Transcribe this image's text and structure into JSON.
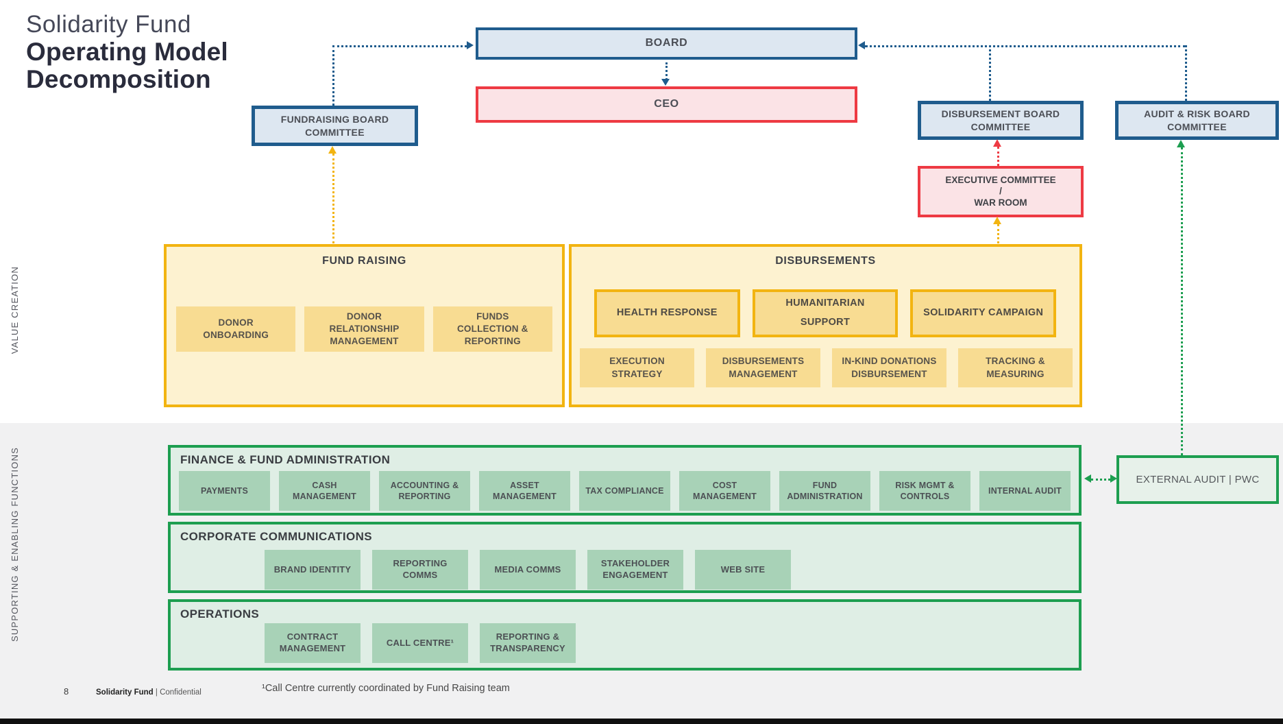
{
  "title": {
    "line1": "Solidarity Fund",
    "line2": "Operating Model",
    "line3": "Decomposition"
  },
  "side_labels": {
    "value_creation": "VALUE CREATION",
    "supporting": "SUPPORTING & ENABLING FUNCTIONS"
  },
  "governance": {
    "board": "BOARD",
    "ceo": "CEO",
    "fundraising_committee": "FUNDRAISING BOARD COMMITTEE",
    "disbursement_committee": "DISBURSEMENT BOARD COMMITTEE",
    "audit_risk_committee": "AUDIT & RISK BOARD COMMITTEE",
    "executive_committee": {
      "line1": "EXECUTIVE COMMITTEE",
      "line2": "/",
      "line3": "WAR ROOM"
    }
  },
  "value_creation": {
    "fund_raising": {
      "title": "FUND RAISING",
      "items": [
        "DONOR ONBOARDING",
        "DONOR RELATIONSHIP MANAGEMENT",
        "FUNDS COLLECTION & REPORTING"
      ]
    },
    "disbursements": {
      "title": "DISBURSEMENTS",
      "programs": [
        "HEALTH RESPONSE",
        "HUMANITARIAN SUPPORT",
        "SOLIDARITY CAMPAIGN"
      ],
      "items": [
        "EXECUTION STRATEGY",
        "DISBURSEMENTS MANAGEMENT",
        "IN-KIND DONATIONS DISBURSEMENT",
        "TRACKING & MEASURING"
      ]
    }
  },
  "supporting": {
    "finance": {
      "title": "FINANCE & FUND ADMINISTRATION",
      "items": [
        "PAYMENTS",
        "CASH MANAGEMENT",
        "ACCOUNTING & REPORTING",
        "ASSET MANAGEMENT",
        "TAX COMPLIANCE",
        "COST MANAGEMENT",
        "FUND ADMINISTRATION",
        "RISK MGMT & CONTROLS",
        "INTERNAL AUDIT"
      ]
    },
    "corporate_communications": {
      "title": "CORPORATE COMMUNICATIONS",
      "items": [
        "BRAND IDENTITY",
        "REPORTING COMMS",
        "MEDIA COMMS",
        "STAKEHOLDER ENGAGEMENT",
        "WEB SITE"
      ]
    },
    "operations": {
      "title": "OPERATIONS",
      "items": [
        "CONTRACT MANAGEMENT",
        "CALL CENTRE¹",
        "REPORTING & TRANSPARENCY"
      ]
    },
    "external_audit": "EXTERNAL AUDIT | PWC"
  },
  "footer": {
    "page_number": "8",
    "brand": "Solidarity Fund",
    "confidential": "| Confidential",
    "footnote": "¹Call Centre currently coordinated by Fund Raising team"
  },
  "colors": {
    "blue_border": "#1f5c8d",
    "blue_fill": "#dde7f1",
    "red_border": "#ee3a43",
    "red_fill": "#fbe3e6",
    "yellow_border": "#f2b411",
    "yellow_container_fill": "#fdf2d0",
    "yellow_chip_fill": "#f8dc92",
    "green_border": "#1d9e50",
    "green_container_fill": "#dfeee5",
    "green_chip_fill": "#a8d2b7",
    "gray_band": "#f1f1f2"
  }
}
